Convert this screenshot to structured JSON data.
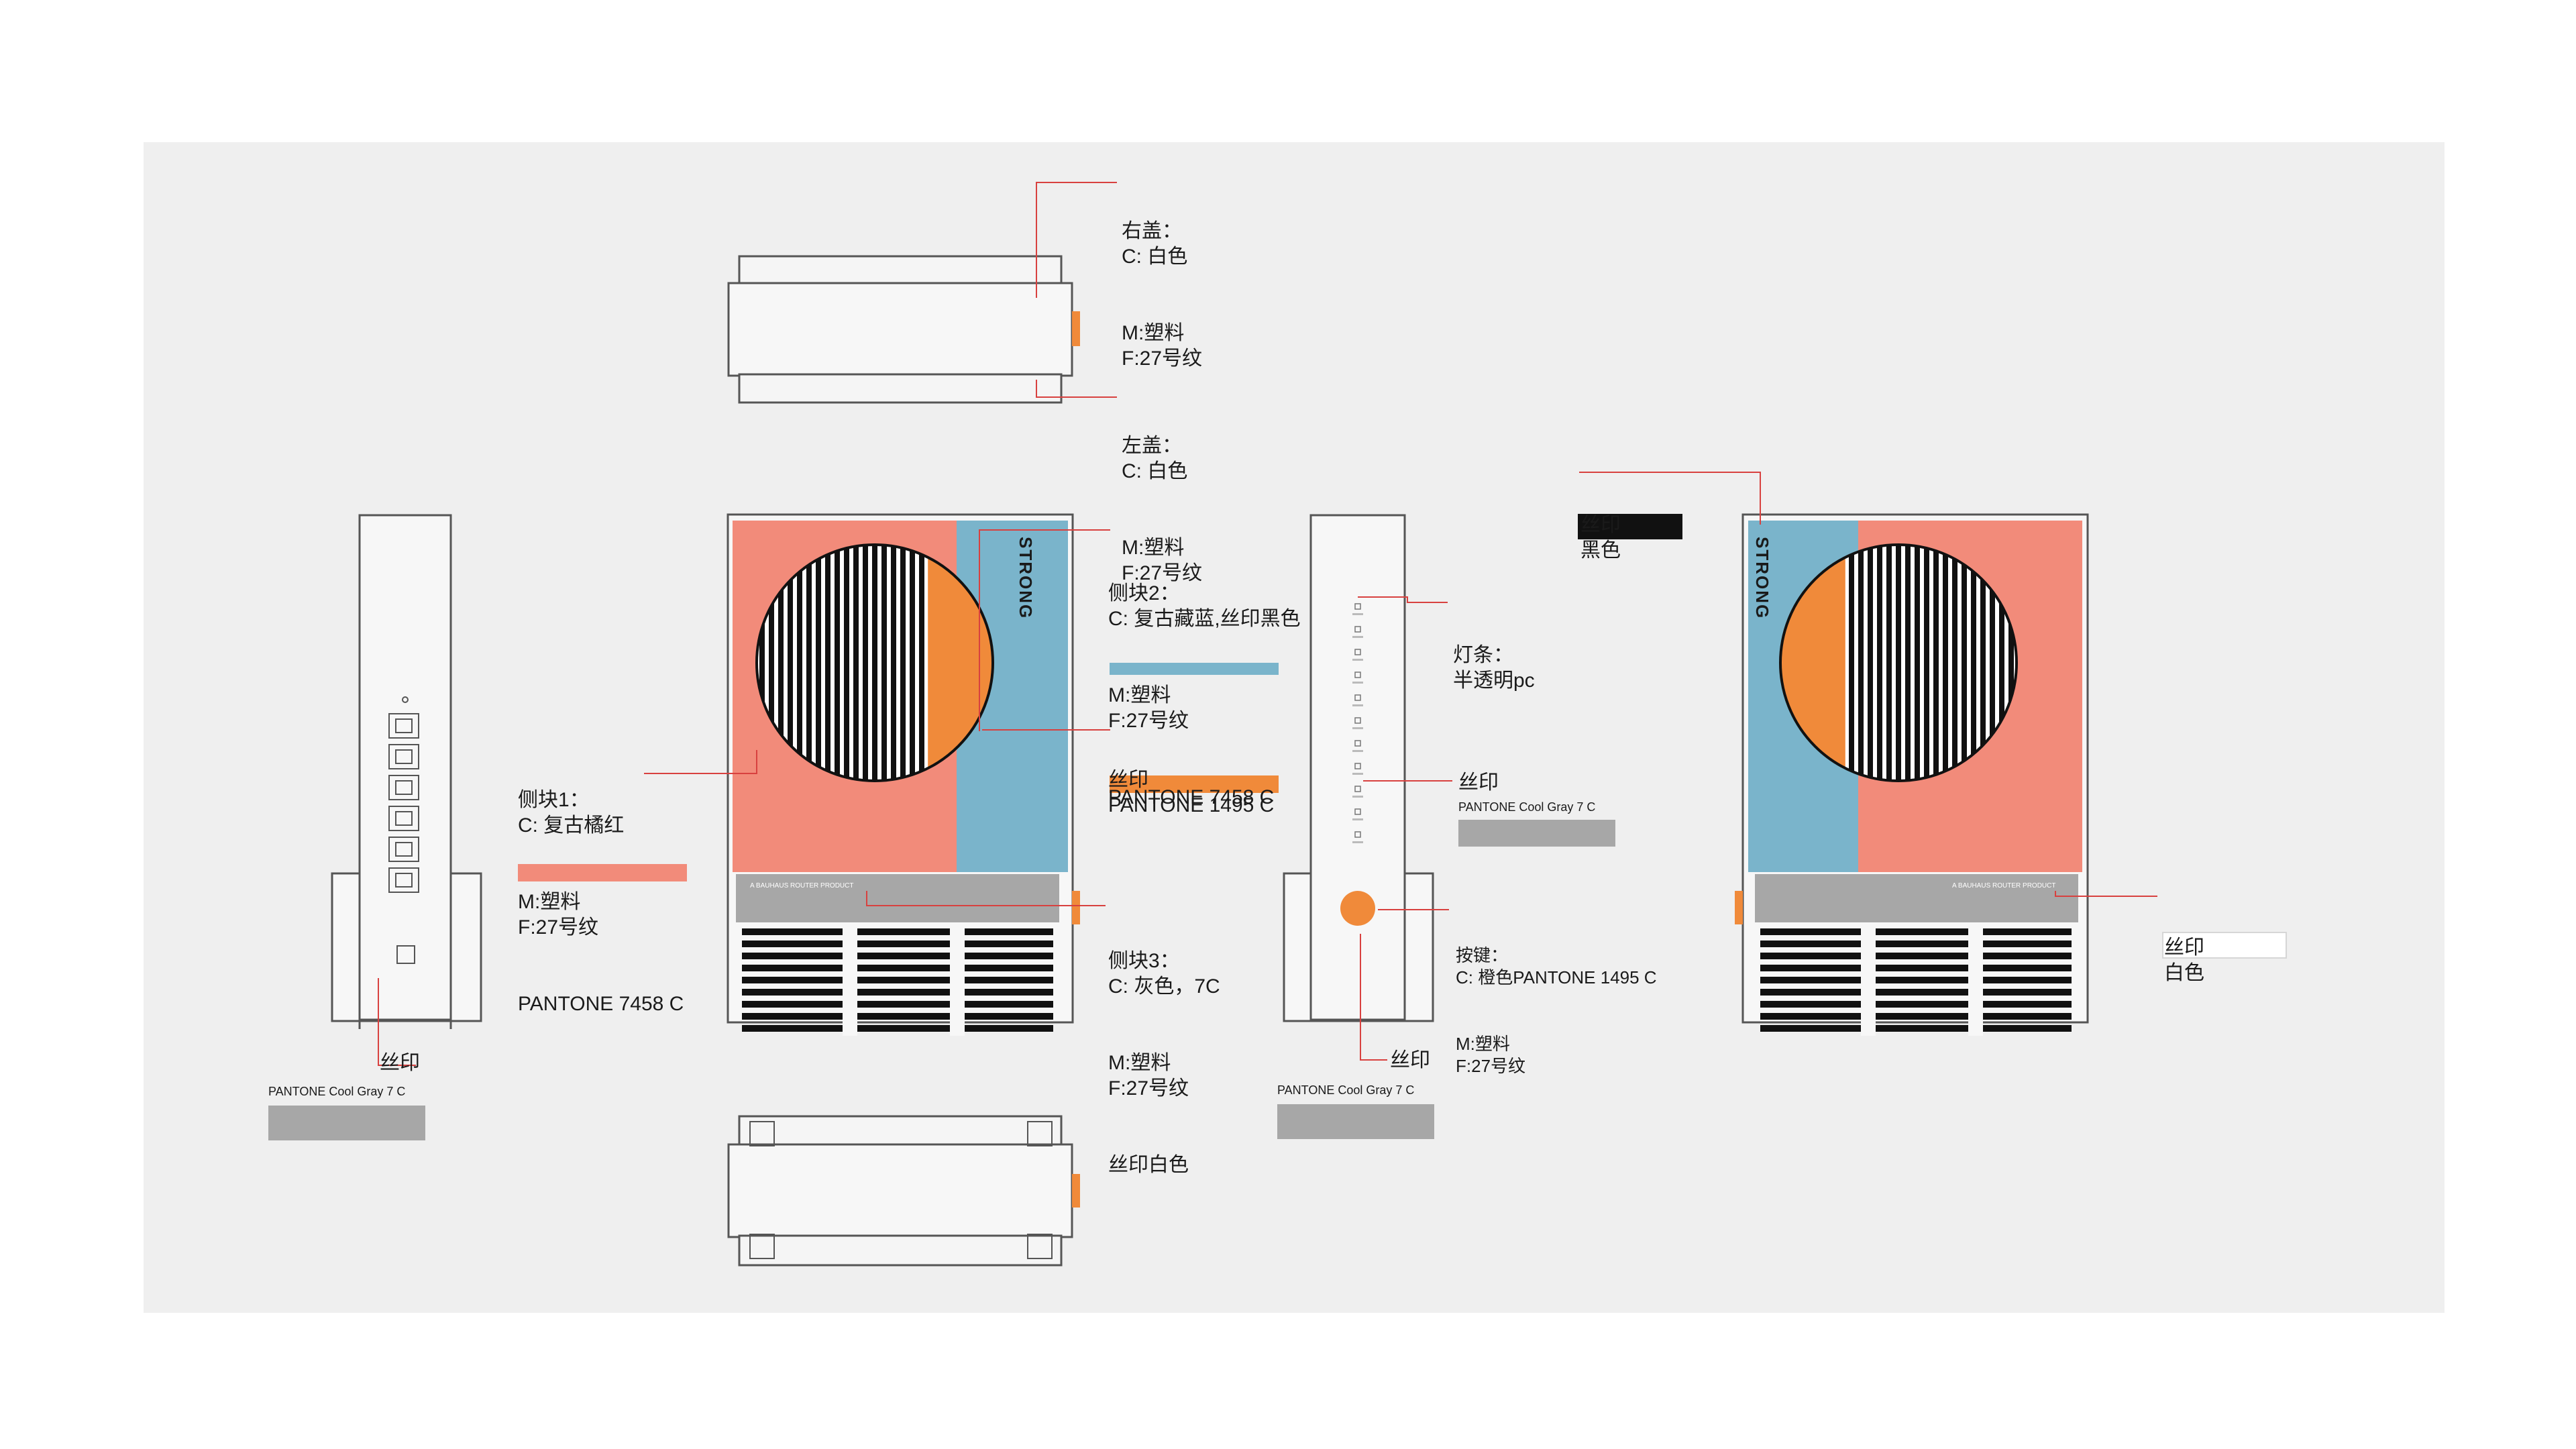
{
  "colors": {
    "retro_orange_red": "#f28b7a",
    "retro_blue": "#7ab4cb",
    "pantone_1495": "#f08a3a",
    "cool_gray": "#a7a7a7",
    "black": "#111111",
    "white": "#ffffff"
  },
  "front": {
    "logo": "STRONG",
    "strip_text": "A BAUHAUS ROUTER PRODUCT"
  },
  "back": {
    "logo": "STRONG",
    "strip_text": "A BAUHAUS ROUTER PRODUCT"
  },
  "callouts": {
    "right_cover": [
      "右盖：",
      "C: 白色",
      "M:塑料",
      "F:27号纹"
    ],
    "left_cover": [
      "左盖：",
      "C: 白色",
      "M:塑料",
      "F:27号纹"
    ],
    "side_block_2": [
      "侧块2：",
      "C: 复古藏蓝,丝印黑色",
      "M:塑料",
      "F:27号纹",
      "PANTONE 7458 C"
    ],
    "print_1495": [
      "丝印",
      "PANTONE 1495 C"
    ],
    "side_block_1": [
      "侧块1：",
      "C: 复古橘红",
      "M:塑料",
      "F:27号纹",
      "PANTONE 7458 C"
    ],
    "side_block_3": [
      "侧块3：",
      "C: 灰色，7C",
      "M:塑料",
      "F:27号纹",
      "丝印白色"
    ],
    "light_bar": [
      "灯条：",
      "半透明pc"
    ],
    "print_mid": [
      "丝印",
      "PANTONE Cool Gray 7 C"
    ],
    "button": [
      "按键：",
      "C: 橙色PANTONE 1495 C",
      "M:塑料",
      "F:27号纹"
    ],
    "print_left": [
      "丝印",
      "PANTONE Cool Gray 7 C"
    ],
    "print_right": [
      "丝印",
      "PANTONE Cool Gray 7 C"
    ],
    "print_black": [
      "丝印",
      "黑色"
    ],
    "print_white": [
      "丝印",
      "白色"
    ]
  }
}
